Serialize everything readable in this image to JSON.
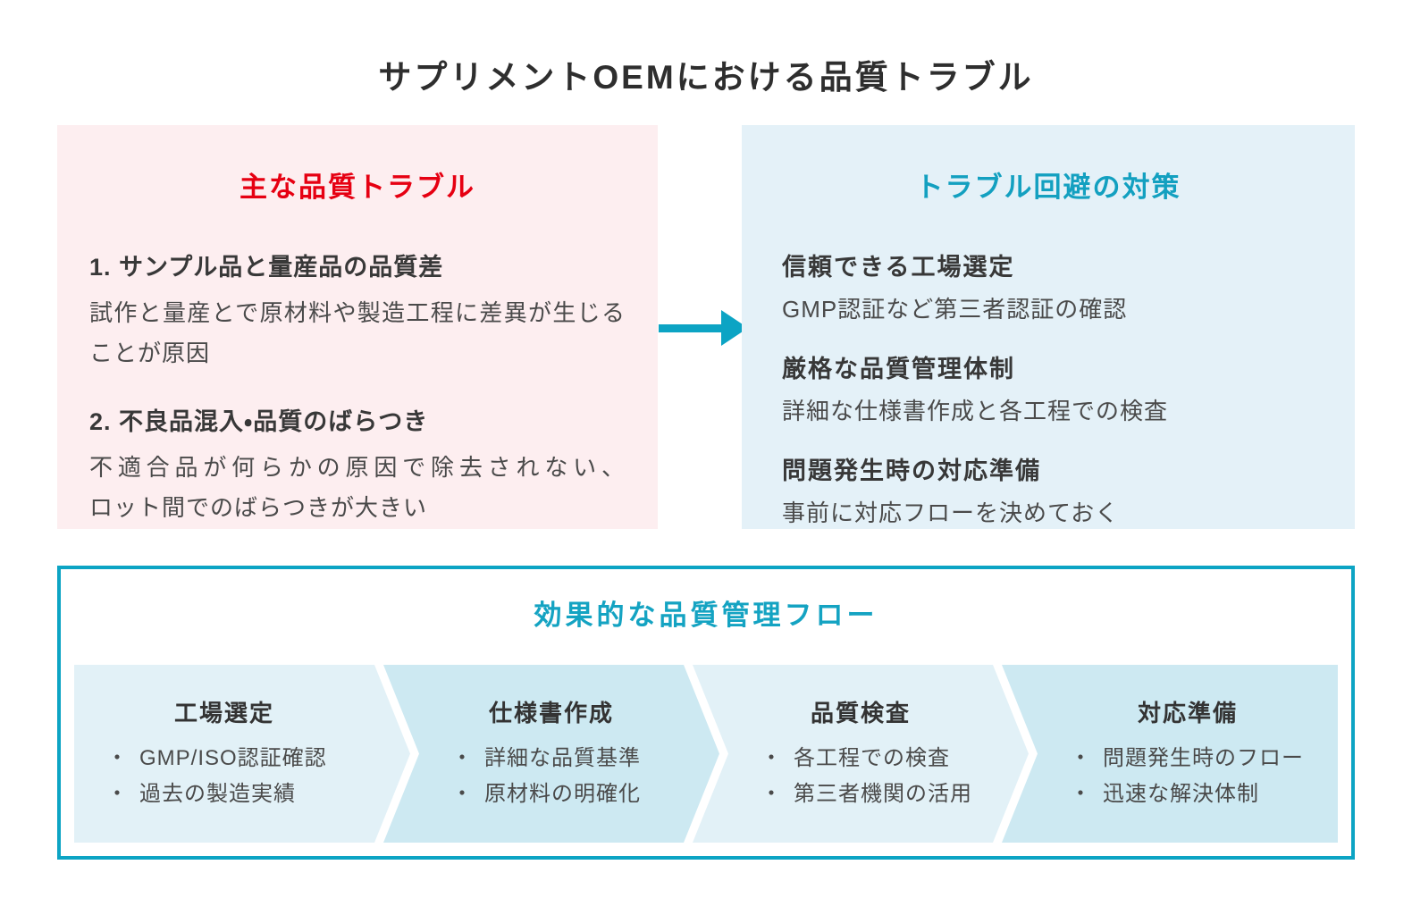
{
  "page_title": "サプリメントOEMにおける品質トラブル",
  "colors": {
    "accent_teal": "#0ca4c4",
    "accent_red": "#e60012",
    "trouble_panel_bg": "#fdeef0",
    "countermeasure_panel_bg": "#e4f1f8",
    "flow_step_light": "#e2f1f7",
    "flow_step_dark": "#cde9f2"
  },
  "trouble_panel": {
    "title": "主な品質トラブル",
    "items": [
      {
        "heading": "1. サンプル品と量産品の品質差",
        "lines": [
          "試作と量産とで原材料や製造工程に差異が生じる",
          "ことが原因"
        ]
      },
      {
        "heading": "2. 不良品混入・品質のばらつき",
        "lines": [
          "不適合品が何らかの原因で除去されない、",
          "ロット間でのばらつきが大きい"
        ]
      }
    ]
  },
  "countermeasure_panel": {
    "title": "トラブル回避の対策",
    "items": [
      {
        "heading": "信頼できる工場選定",
        "body": "GMP認証など第三者認証の確認"
      },
      {
        "heading": "厳格な品質管理体制",
        "body": "詳細な仕様書作成と各工程での検査"
      },
      {
        "heading": "問題発生時の対応準備",
        "body": "事前に対応フローを決めておく"
      }
    ]
  },
  "flow_panel": {
    "title": "効果的な品質管理フロー",
    "bullet_char": "・",
    "steps": [
      {
        "title": "工場選定",
        "bullets": [
          "GMP/ISO認証確認",
          "過去の製造実績"
        ]
      },
      {
        "title": "仕様書作成",
        "bullets": [
          "詳細な品質基準",
          "原材料の明確化"
        ]
      },
      {
        "title": "品質検査",
        "bullets": [
          "各工程での検査",
          "第三者機関の活用"
        ]
      },
      {
        "title": "対応準備",
        "bullets": [
          "問題発生時のフロー",
          "迅速な解決体制"
        ]
      }
    ]
  }
}
